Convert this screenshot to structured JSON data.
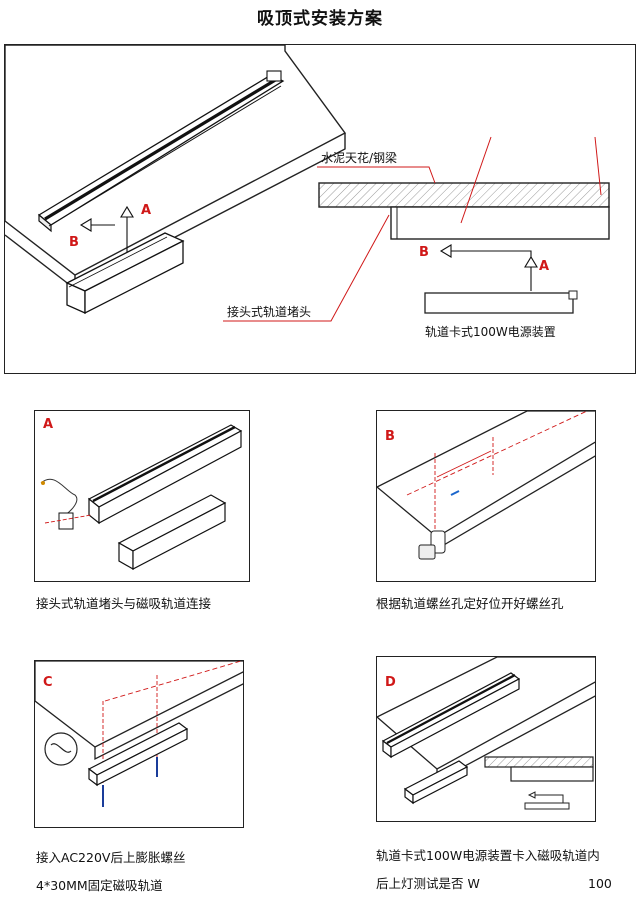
{
  "title": "吸顶式安装方案",
  "main": {
    "label_ceiling": "水泥天花/钢梁",
    "label_end_cap": "接头式轨道堵头",
    "label_power": "轨道卡式100W电源装置",
    "marker_a": "A",
    "marker_b": "B"
  },
  "steps": [
    {
      "tag": "A",
      "caption_1": "接头式轨道堵头与磁吸轨道连接"
    },
    {
      "tag": "B",
      "caption_1": "根据轨道螺丝孔定好位开好螺丝孔"
    },
    {
      "tag": "C",
      "caption_1": "接入AC220V后上膨胀螺丝",
      "caption_2": "4*30MM固定磁吸轨道"
    },
    {
      "tag": "D",
      "caption_1": "轨道卡式100W电源装置卡入磁吸轨道内",
      "caption_2": "后上灯测试是否  W",
      "caption_3": "100"
    }
  ],
  "colors": {
    "accent": "#d01818",
    "stroke": "#222222",
    "hatch": "#c8c8c8"
  }
}
